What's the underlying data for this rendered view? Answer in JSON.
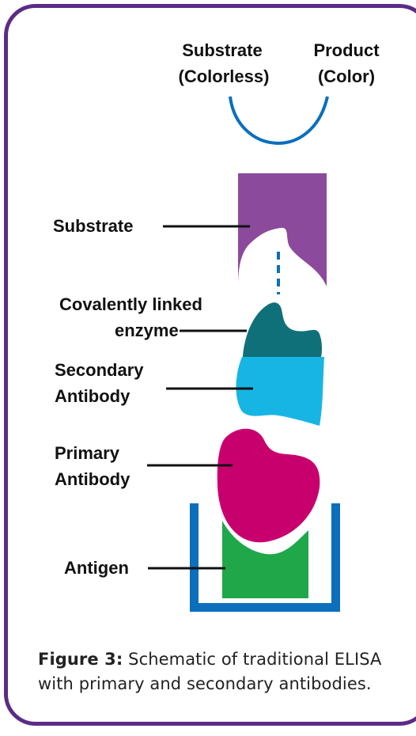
{
  "labels": {
    "substrate_top": "Substrate",
    "colorless": "(Colorless)",
    "product": "Product",
    "color": "(Color)",
    "substrate": "Substrate",
    "enzyme_1": "Covalently linked",
    "enzyme_2": "enzyme",
    "secondary_1": "Secondary",
    "secondary_2": "Antibody",
    "primary_1": "Primary",
    "primary_2": "Antibody",
    "antigen": "Antigen"
  },
  "caption": {
    "bold": "Figure 3:",
    "text": " Schematic of traditional ELISA with primary and secondary antibodies."
  },
  "colors": {
    "frame": "#5b2c86",
    "substrate": "#8b4a9c",
    "enzyme": "#0f707a",
    "secondary_antibody": "#17b5e3",
    "primary_antibody": "#c8006e",
    "antigen": "#1fa74a",
    "well": "#0b6fbd",
    "reaction_arc": "#0b6fbd"
  }
}
